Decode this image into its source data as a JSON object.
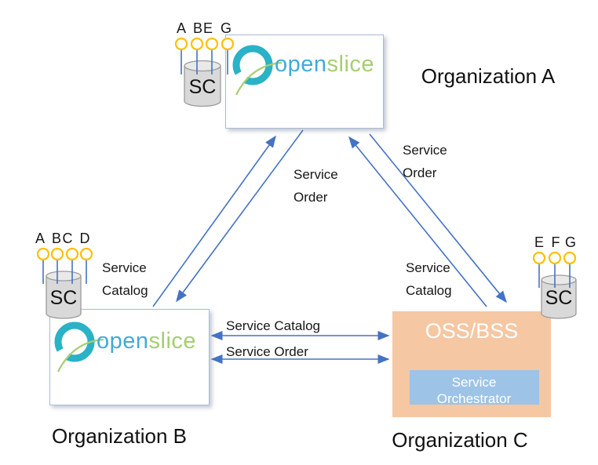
{
  "orgA": {
    "title": "Organization A",
    "logo_open": "open",
    "logo_slice": "slice",
    "sc_label": "SC",
    "interfaces": [
      "A",
      "B",
      "E",
      "G"
    ]
  },
  "orgB": {
    "title": "Organization B",
    "logo_open": "open",
    "logo_slice": "slice",
    "sc_label": "SC",
    "interfaces": [
      "A",
      "B",
      "C",
      "D"
    ],
    "catalog_note": [
      "Service",
      "Catalog"
    ]
  },
  "orgC": {
    "title": "Organization C",
    "system_label": "OSS/BSS",
    "orchestrator": [
      "Service",
      "Orchestrator"
    ],
    "sc_label": "SC",
    "interfaces": [
      "E",
      "F",
      "G"
    ]
  },
  "edges": {
    "ab_order": [
      "Service",
      "Order"
    ],
    "ac_order": [
      "Service",
      "Order"
    ],
    "ac_catalog": [
      "Service",
      "Catalog"
    ],
    "bc_catalog": "Service Catalog",
    "bc_order": "Service Order"
  },
  "colors": {
    "arrow_blue": "#4472C4",
    "lollipop_yellow": "#FFC000",
    "oss_bss_orange": "#F5C7A3",
    "orchestrator_blue": "#9DC3E6",
    "openslice_teal": "#2AB2C6",
    "openslice_green": "#A6CE71",
    "openslice_blue": "#3EABDC",
    "cylinder_gray": "#D9D9D9"
  }
}
